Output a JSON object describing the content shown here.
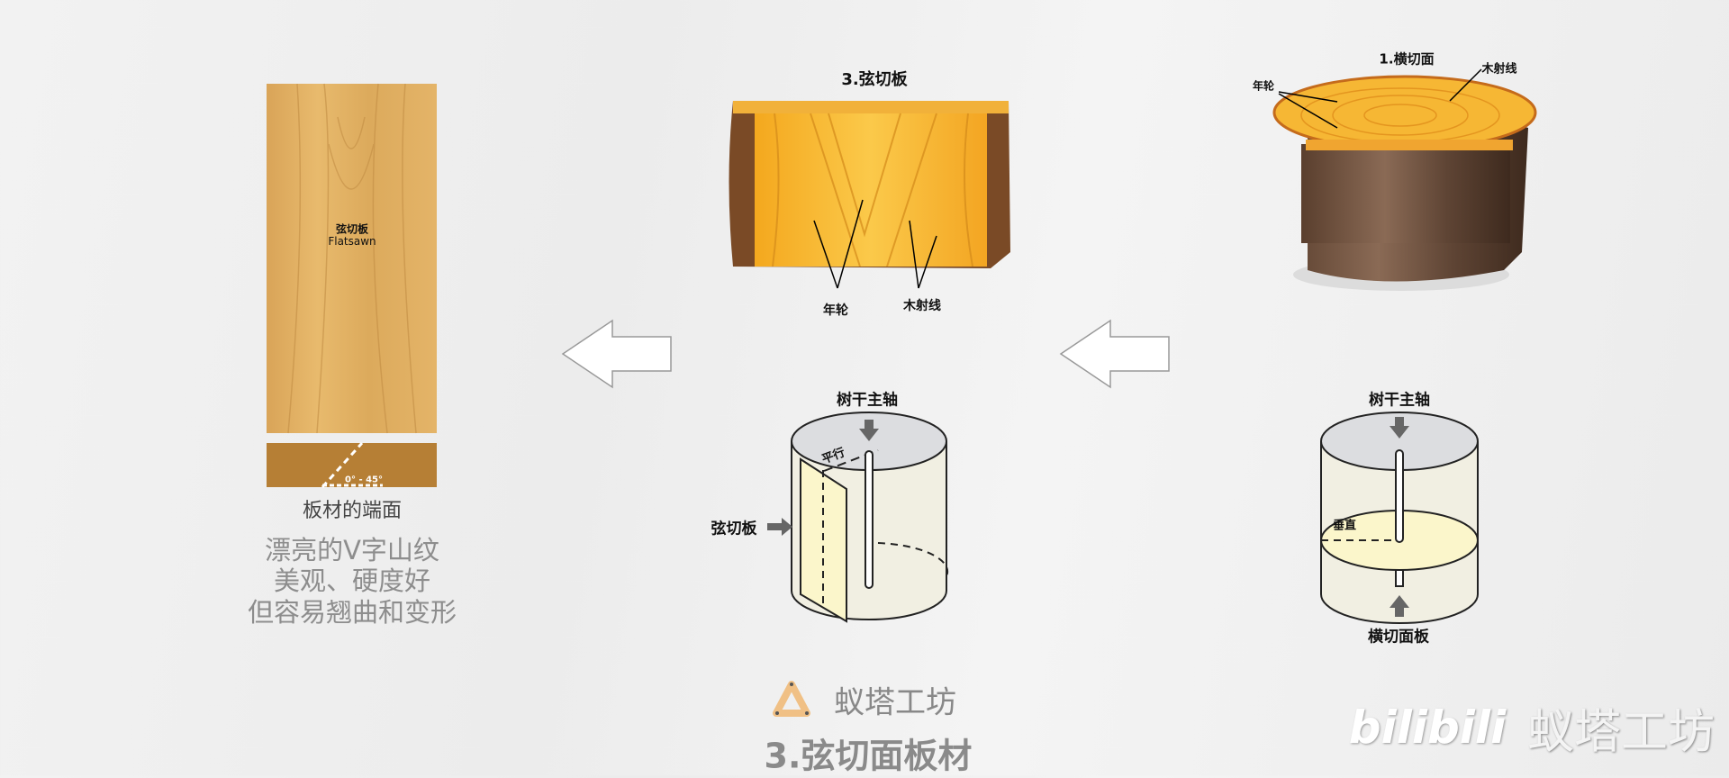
{
  "board": {
    "title_cn": "弦切板",
    "title_en": "Flatsawn",
    "angle_label": "0° - 45°",
    "end_face_caption": "板材的端面",
    "description": [
      "漂亮的V字山纹",
      "美观、硬度好",
      "但容易翘曲和变形"
    ]
  },
  "flatsawn_diagram": {
    "title": "3.弦切板",
    "label_rings": "年轮",
    "label_rays": "木射线"
  },
  "crosscut_diagram": {
    "title": "1.横切面",
    "label_rings": "年轮",
    "label_rays": "木射线"
  },
  "flatsawn_cylinder": {
    "axis_label": "树干主轴",
    "parallel_label": "平行",
    "board_label": "弦切板"
  },
  "crosscut_cylinder": {
    "axis_label": "树干主轴",
    "perpendicular_label": "垂直",
    "board_label": "横切面板"
  },
  "brand": {
    "name": "蚁塔工坊",
    "slide_title": "3.弦切面板材",
    "logo_color": "#f0c085"
  },
  "watermark": {
    "platform": "bilibili",
    "channel": "蚁塔工坊"
  }
}
